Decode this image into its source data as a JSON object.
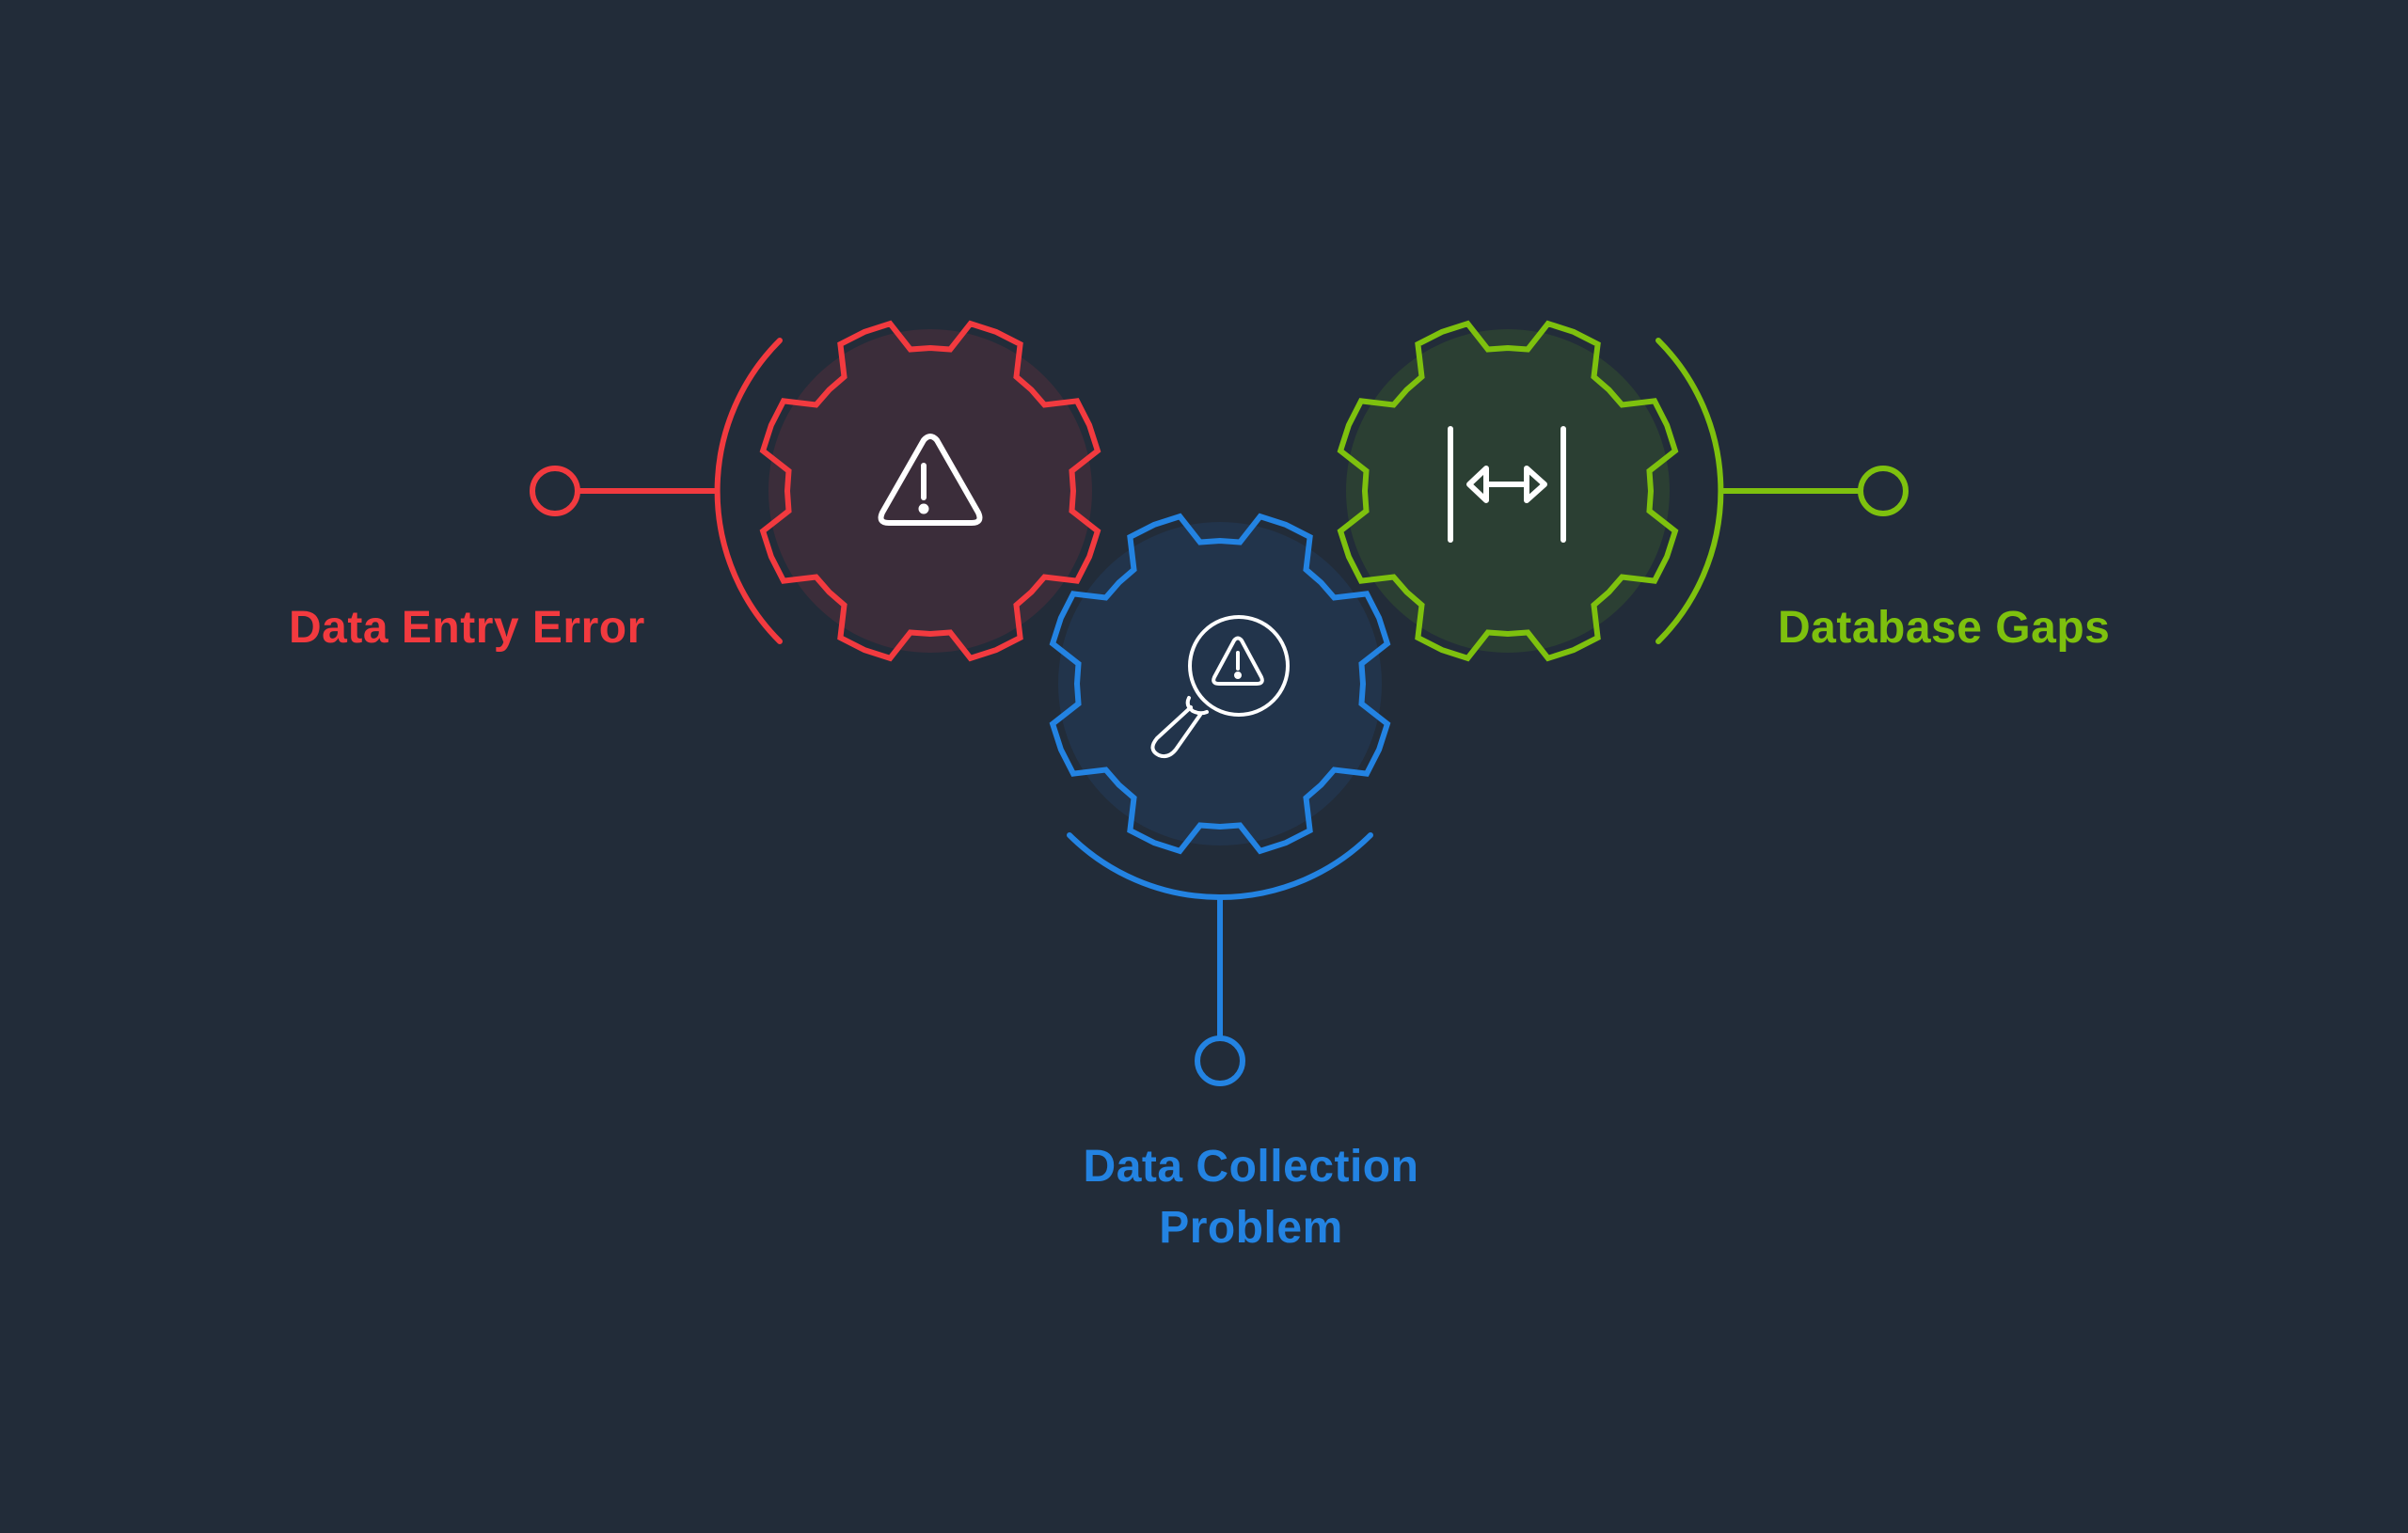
{
  "background": "#222c39",
  "items": [
    {
      "id": "data-entry-error",
      "label": "Data Entry Error",
      "color": "#f23a3f",
      "disk_fill": "#3b2d3a",
      "icon": "warning-triangle-icon",
      "position": "left"
    },
    {
      "id": "data-collection-problem",
      "label_lines": [
        "Data Collection",
        "Problem"
      ],
      "color": "#2383e2",
      "disk_fill": "#22344b",
      "icon": "magnifier-warning-icon",
      "position": "bottom"
    },
    {
      "id": "database-gaps",
      "label": "Database Gaps",
      "color": "#7ec10e",
      "disk_fill": "#2b3f33",
      "icon": "horizontal-gap-arrows-icon",
      "position": "right"
    }
  ],
  "icon_color": "#ffffff"
}
